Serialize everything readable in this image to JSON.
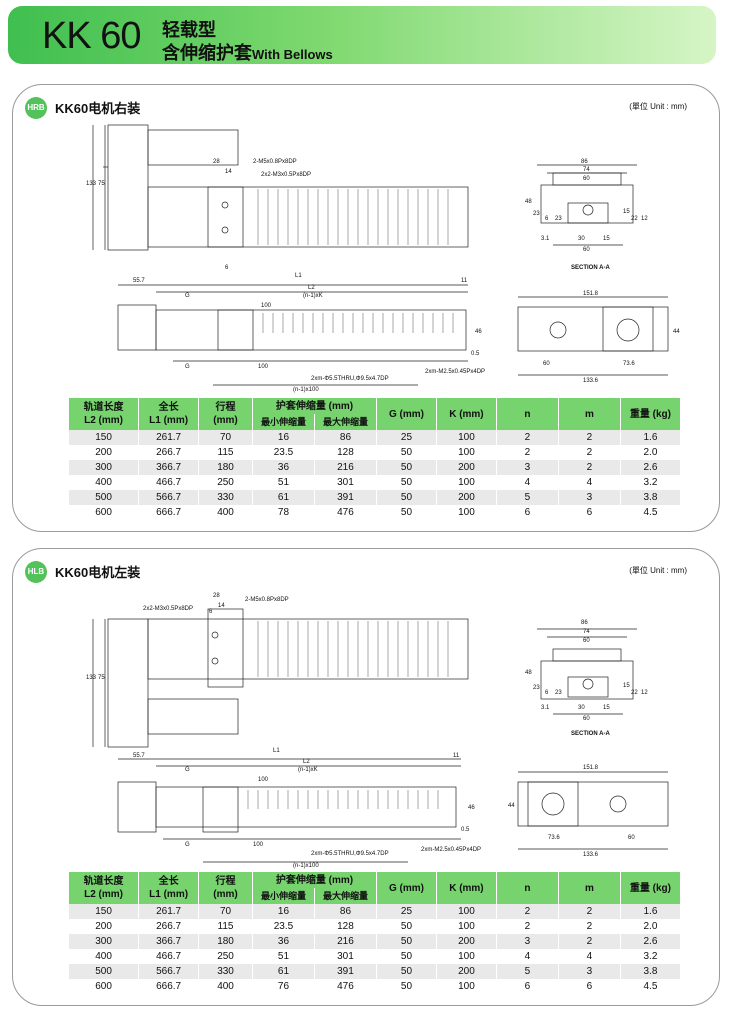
{
  "header": {
    "model": "KK 60",
    "subtitle_1": "轻载型",
    "subtitle_2_cn": "含伸缩护套",
    "subtitle_2_en": "With Bellows"
  },
  "sections": [
    {
      "badge": "HRB",
      "title": "KK60电机右装",
      "unit": "(單位 Unit : mm)",
      "drawing": {
        "dims_top": [
          "2-M5x0.8Px8DP",
          "2x2-M3x0.5Px8DP",
          "28",
          "14",
          "133",
          "75",
          "6"
        ],
        "dims_side": [
          "86",
          "74",
          "60",
          "48",
          "23",
          "6",
          "23",
          "15",
          "22",
          "12",
          "3.1",
          "30",
          "15",
          "60",
          "SECTION A-A"
        ],
        "dims_front": [
          "55.7",
          "L1",
          "L2",
          "11",
          "G",
          "(n-1)xK",
          "100",
          "46",
          "G",
          "100",
          "2xm-Φ5.5THRU,Φ9.5x4.7DP",
          "2xm-M2.5x0.45Px4DP",
          "(n-1)x100",
          "0.5"
        ],
        "dims_end": [
          "151.8",
          "44",
          "60",
          "73.6",
          "133.6"
        ]
      },
      "table": {
        "headers": {
          "rail_len": [
            "轨道长度",
            "L2 (mm)"
          ],
          "total_len": [
            "全长",
            "L1 (mm)"
          ],
          "stroke": [
            "行程",
            "(mm)"
          ],
          "bellows": "护套伸缩量 (mm)",
          "bellows_min": "最小伸缩量",
          "bellows_max": "最大伸缩量",
          "g": "G (mm)",
          "k": "K (mm)",
          "n": "n",
          "m": "m",
          "weight": "重量 (kg)"
        },
        "rows": [
          [
            "150",
            "261.7",
            "70",
            "16",
            "86",
            "25",
            "100",
            "2",
            "2",
            "1.6"
          ],
          [
            "200",
            "266.7",
            "115",
            "23.5",
            "128",
            "50",
            "100",
            "2",
            "2",
            "2.0"
          ],
          [
            "300",
            "366.7",
            "180",
            "36",
            "216",
            "50",
            "200",
            "3",
            "2",
            "2.6"
          ],
          [
            "400",
            "466.7",
            "250",
            "51",
            "301",
            "50",
            "100",
            "4",
            "4",
            "3.2"
          ],
          [
            "500",
            "566.7",
            "330",
            "61",
            "391",
            "50",
            "200",
            "5",
            "3",
            "3.8"
          ],
          [
            "600",
            "666.7",
            "400",
            "78",
            "476",
            "50",
            "100",
            "6",
            "6",
            "4.5"
          ]
        ]
      }
    },
    {
      "badge": "HLB",
      "title": "KK60电机左装",
      "unit": "(單位 Unit : mm)",
      "drawing": {
        "dims_top": [
          "2x2-M3x0.5Px8DP",
          "2-M5x0.8Px8DP",
          "28",
          "14",
          "133",
          "75",
          "6"
        ],
        "dims_side": [
          "86",
          "74",
          "60",
          "48",
          "23",
          "6",
          "23",
          "15",
          "22",
          "12",
          "3.1",
          "30",
          "15",
          "60",
          "SECTION A-A"
        ],
        "dims_front": [
          "55.7",
          "L1",
          "L2",
          "11",
          "G",
          "(n-1)xK",
          "100",
          "46",
          "G",
          "100",
          "2xm-Φ5.5THRU,Φ9.5x4.7DP",
          "2xm-M2.5x0.45Px4DP",
          "(n-1)x100",
          "0.5"
        ],
        "dims_end": [
          "151.8",
          "44",
          "73.6",
          "60",
          "133.6"
        ]
      },
      "table": {
        "headers": {
          "rail_len": [
            "轨道长度",
            "L2 (mm)"
          ],
          "total_len": [
            "全长",
            "L1 (mm)"
          ],
          "stroke": [
            "行程",
            "(mm)"
          ],
          "bellows": "护套伸缩量 (mm)",
          "bellows_min": "最小伸缩量",
          "bellows_max": "最大伸缩量",
          "g": "G (mm)",
          "k": "K (mm)",
          "n": "n",
          "m": "m",
          "weight": "重量 (kg)"
        },
        "rows": [
          [
            "150",
            "261.7",
            "70",
            "16",
            "86",
            "25",
            "100",
            "2",
            "2",
            "1.6"
          ],
          [
            "200",
            "266.7",
            "115",
            "23.5",
            "128",
            "50",
            "100",
            "2",
            "2",
            "2.0"
          ],
          [
            "300",
            "366.7",
            "180",
            "36",
            "216",
            "50",
            "200",
            "3",
            "2",
            "2.6"
          ],
          [
            "400",
            "466.7",
            "250",
            "51",
            "301",
            "50",
            "100",
            "4",
            "4",
            "3.2"
          ],
          [
            "500",
            "566.7",
            "330",
            "61",
            "391",
            "50",
            "200",
            "5",
            "3",
            "3.8"
          ],
          [
            "600",
            "666.7",
            "400",
            "76",
            "476",
            "50",
            "100",
            "6",
            "6",
            "4.5"
          ]
        ]
      }
    }
  ]
}
